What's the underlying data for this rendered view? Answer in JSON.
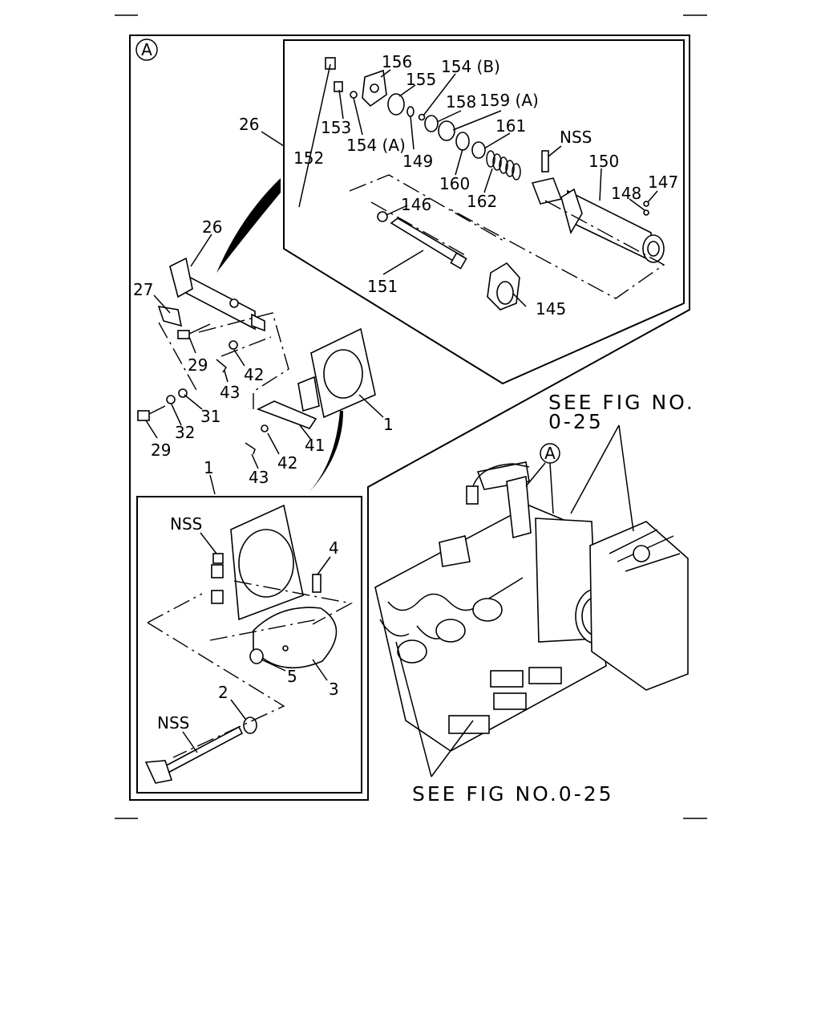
{
  "circle_marker": "A",
  "labels": {
    "l156": "156",
    "l155": "155",
    "l154b": "154 (B)",
    "l158": "158",
    "l159a": "159 (A)",
    "l161": "161",
    "l153": "153",
    "l154a": "154 (A)",
    "l149": "149",
    "l160": "160",
    "l162": "162",
    "l152": "152",
    "l146": "146",
    "l151": "151",
    "l145": "145",
    "l150": "150",
    "l148": "148",
    "l147": "147",
    "nss_top": "NSS",
    "l26a": "26",
    "l26b": "26",
    "l27": "27",
    "l29a": "29",
    "l42a": "42",
    "l43a": "43",
    "l31": "31",
    "l32": "32",
    "l29b": "29",
    "l1a": "1",
    "l41": "41",
    "l42b": "42",
    "l43b": "43",
    "l1b": "1",
    "nss_throttle": "NSS",
    "l4": "4",
    "l5": "5",
    "l3": "3",
    "l2": "2",
    "nss_shaft": "NSS"
  },
  "references": {
    "see_fig_top_line1": "SEE FIG NO.",
    "see_fig_top_line2": "0-25",
    "see_fig_bottom": "SEE FIG NO.0-25"
  }
}
